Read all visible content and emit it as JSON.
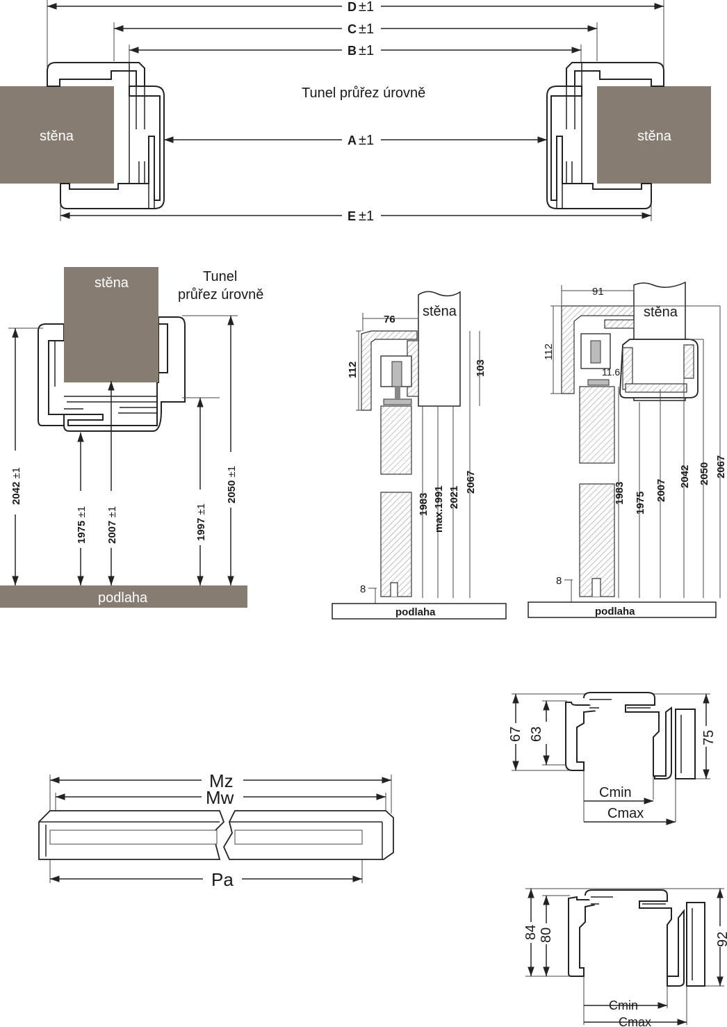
{
  "top_section": {
    "title": "Tunel průřez úrovně",
    "wall_left": "stěna",
    "wall_right": "stěna",
    "dim_D": "D",
    "dim_C": "C",
    "dim_B": "B",
    "dim_A": "A",
    "dim_E": "E",
    "tolerance": "±1"
  },
  "left_section": {
    "title_line1": "Tunel",
    "title_line2": "průřez úrovně",
    "wall": "stěna",
    "floor": "podlaha",
    "d2042": "2042",
    "d1975": "1975",
    "d2007": "2007",
    "d1997": "1997",
    "d2050": "2050",
    "tolerance": "±1"
  },
  "mid_section": {
    "wall": "stěna",
    "floor": "podlaha",
    "d76": "76",
    "d112": "112",
    "d103": "103",
    "d1983": "1983",
    "dmax": "max.1991",
    "d2021": "2021",
    "d2067": "2067",
    "d8": "8"
  },
  "right_section": {
    "wall": "stěna",
    "floor": "podlaha",
    "d91": "91",
    "d112": "112",
    "d11_6": "11.6",
    "d1983": "1983",
    "d1975": "1975",
    "d2007": "2007",
    "d2042": "2042",
    "d2050": "2050",
    "d2067": "2067",
    "d8": "8"
  },
  "profile_top": {
    "d67": "67",
    "d63": "63",
    "d75": "75",
    "cmin": "Cmin",
    "cmax": "Cmax"
  },
  "profile_bottom": {
    "d84": "84",
    "d80": "80",
    "d92": "92",
    "cmin": "Cmin",
    "cmax": "Cmax"
  },
  "rail": {
    "mz": "Mz",
    "mw": "Mw",
    "pa": "Pa"
  }
}
